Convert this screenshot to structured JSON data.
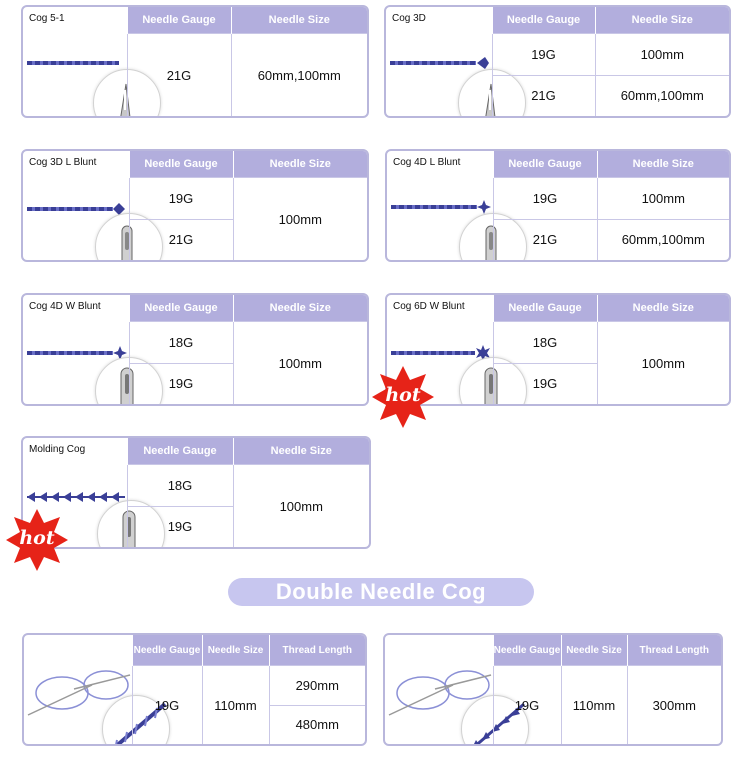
{
  "colors": {
    "header_bg": "#b2aedd",
    "border": "#b9b7dc",
    "thread": "#3a3f97",
    "hot_badge": "#e62318",
    "banner_bg": "#c7c6ef"
  },
  "headers": {
    "gauge": "Needle Gauge",
    "size": "Needle Size",
    "thread_length": "Thread Length"
  },
  "badge_text": "hot",
  "banner_text": "Double Needle Cog",
  "products": [
    {
      "name": "Cog 5-1",
      "gauges": [
        "21G"
      ],
      "sizes": [
        "60mm,100mm"
      ]
    },
    {
      "name": "Cog 3D",
      "gauges": [
        "19G",
        "21G"
      ],
      "sizes": [
        "100mm",
        "60mm,100mm"
      ]
    },
    {
      "name": "Cog 3D L Blunt",
      "gauges": [
        "19G",
        "21G"
      ],
      "sizes": [
        "100mm"
      ]
    },
    {
      "name": "Cog 4D L Blunt",
      "gauges": [
        "19G",
        "21G"
      ],
      "sizes": [
        "100mm",
        "60mm,100mm"
      ]
    },
    {
      "name": "Cog 4D W Blunt",
      "gauges": [
        "18G",
        "19G"
      ],
      "sizes": [
        "100mm"
      ]
    },
    {
      "name": "Cog 6D W Blunt",
      "gauges": [
        "18G",
        "19G"
      ],
      "sizes": [
        "100mm"
      ]
    },
    {
      "name": "Molding Cog",
      "gauges": [
        "18G",
        "19G"
      ],
      "sizes": [
        "100mm"
      ]
    }
  ],
  "double_needle": [
    {
      "gauge": "19G",
      "size": "110mm",
      "lengths": [
        "290mm",
        "480mm"
      ]
    },
    {
      "gauge": "19G",
      "size": "110mm",
      "lengths": [
        "300mm"
      ]
    }
  ]
}
